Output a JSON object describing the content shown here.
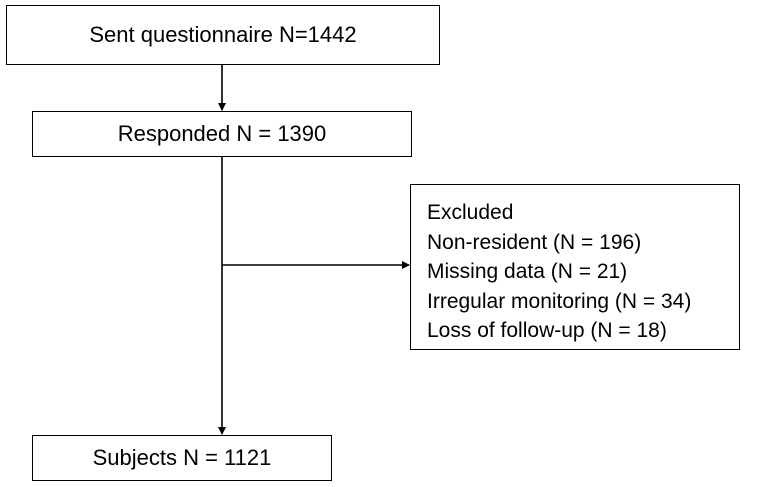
{
  "flowchart": {
    "sent": "Sent questionnaire N=1442",
    "responded": "Responded N = 1390",
    "subjects": "Subjects N = 1121",
    "excluded": {
      "title": "Excluded",
      "items": [
        "Non-resident (N = 196)",
        "Missing data (N = 21)",
        "Irregular monitoring (N = 34)",
        "Loss of follow-up (N = 18)"
      ]
    }
  }
}
